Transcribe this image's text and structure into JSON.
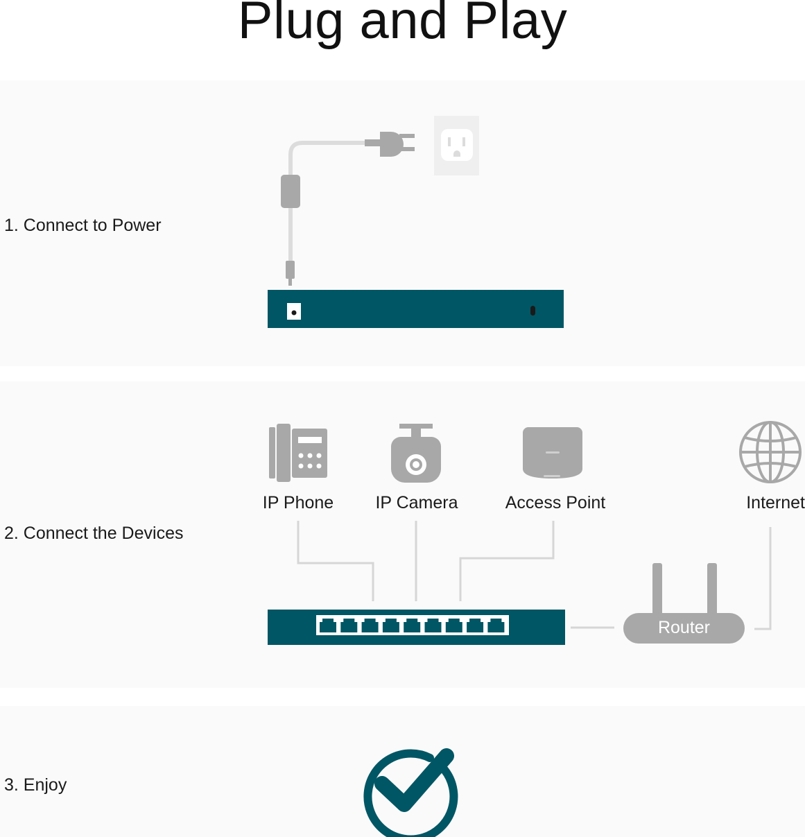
{
  "title": "Plug and Play",
  "steps": {
    "power": "1. Connect to Power",
    "devices": "2. Connect the Devices",
    "enjoy": "3. Enjoy"
  },
  "devices": {
    "ip_phone": "IP Phone",
    "ip_camera": "IP Camera",
    "access_point": "Access Point",
    "internet": "Internet",
    "router": "Router"
  },
  "colors": {
    "switch_teal": "#005664",
    "icon_gray": "#a8a8a8",
    "line_gray": "#d6d6d6",
    "panel_bg": "#fafafa"
  },
  "icons": [
    "power-plug-icon",
    "wall-outlet-icon",
    "ip-phone-icon",
    "ip-camera-icon",
    "access-point-icon",
    "globe-icon",
    "router-icon",
    "checkmark-icon"
  ]
}
